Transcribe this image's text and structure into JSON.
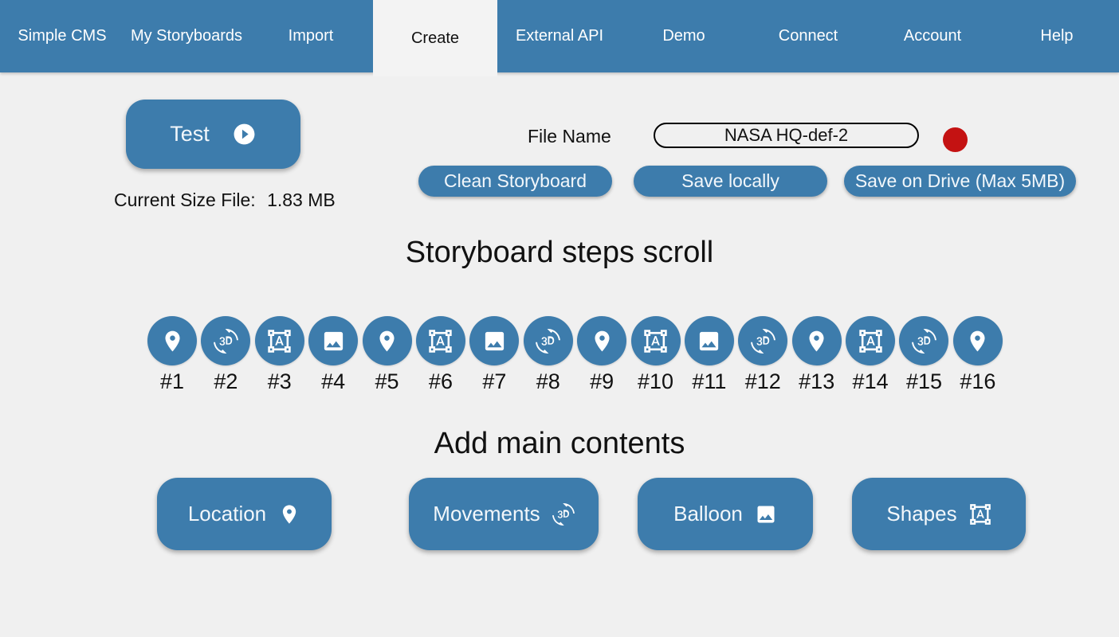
{
  "nav": {
    "brand": "Simple CMS",
    "items": [
      {
        "label": "My Storyboards",
        "active": false
      },
      {
        "label": "Import",
        "active": false
      },
      {
        "label": "Create",
        "active": true
      },
      {
        "label": "External API",
        "active": false
      },
      {
        "label": "Demo",
        "active": false
      },
      {
        "label": "Connect",
        "active": false
      },
      {
        "label": "Account",
        "active": false
      },
      {
        "label": "Help",
        "active": false
      }
    ]
  },
  "toolbar": {
    "test_label": "Test",
    "current_size_label": "Current Size File:",
    "current_size_value": "1.83 MB",
    "file_name_label": "File Name",
    "file_name_value": "NASA HQ-def-2",
    "clean_label": "Clean Storyboard",
    "save_locally_label": "Save locally",
    "save_drive_label": "Save on Drive (Max 5MB)"
  },
  "steps": {
    "heading": "Storyboard steps scroll",
    "items": [
      {
        "label": "#1",
        "icon": "location-pin"
      },
      {
        "label": "#2",
        "icon": "3d-rotation"
      },
      {
        "label": "#3",
        "icon": "format-shapes"
      },
      {
        "label": "#4",
        "icon": "image"
      },
      {
        "label": "#5",
        "icon": "location-pin"
      },
      {
        "label": "#6",
        "icon": "format-shapes"
      },
      {
        "label": "#7",
        "icon": "image"
      },
      {
        "label": "#8",
        "icon": "3d-rotation"
      },
      {
        "label": "#9",
        "icon": "location-pin"
      },
      {
        "label": "#10",
        "icon": "format-shapes"
      },
      {
        "label": "#11",
        "icon": "image"
      },
      {
        "label": "#12",
        "icon": "3d-rotation"
      },
      {
        "label": "#13",
        "icon": "location-pin"
      },
      {
        "label": "#14",
        "icon": "format-shapes"
      },
      {
        "label": "#15",
        "icon": "3d-rotation"
      },
      {
        "label": "#16",
        "icon": "location-pin"
      }
    ]
  },
  "contents": {
    "heading": "Add main contents",
    "buttons": [
      {
        "label": "Location",
        "icon": "location-pin"
      },
      {
        "label": "Movements",
        "icon": "3d-rotation"
      },
      {
        "label": "Balloon",
        "icon": "image"
      },
      {
        "label": "Shapes",
        "icon": "format-shapes"
      }
    ]
  },
  "colors": {
    "accent": "#3d7cac",
    "background": "#f0f0f0",
    "status_red": "#c41212"
  }
}
